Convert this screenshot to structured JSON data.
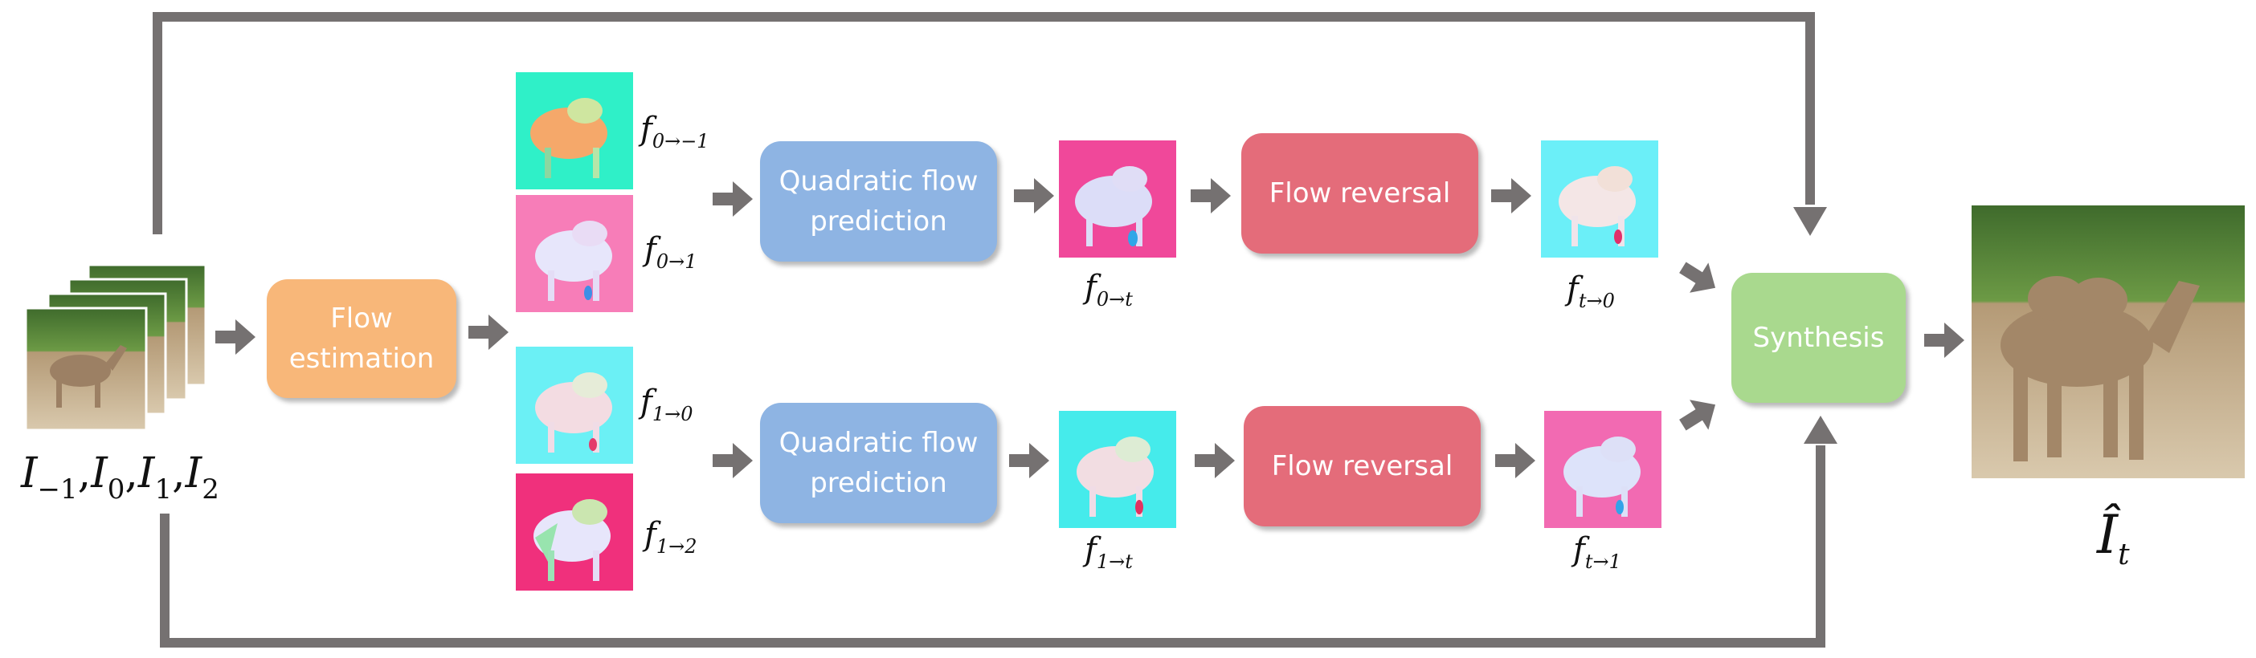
{
  "colors": {
    "arrow": "#757171",
    "flow_estimation": "#F8B779",
    "quadratic": "#8EB4E3",
    "reversal": "#E46C7A",
    "synthesis": "#A9D98E",
    "flow_cyan": "#6BF0F5",
    "flow_pink": "#F77DB8",
    "flow_magenta": "#F0307C",
    "flow_teal": "#2FF0C8"
  },
  "boxes": {
    "flow_estimation": "Flow\nestimation",
    "quad_top": "Quadratic flow\nprediction",
    "quad_bottom": "Quadratic flow\nprediction",
    "reversal_top": "Flow reversal",
    "reversal_bottom": "Flow reversal",
    "synthesis": "Synthesis"
  },
  "labels": {
    "f_0_m1": {
      "base": "f",
      "sub": "0→−1"
    },
    "f_0_1": {
      "base": "f",
      "sub": "0→1"
    },
    "f_1_0": {
      "base": "f",
      "sub": "1→0"
    },
    "f_1_2": {
      "base": "f",
      "sub": "1→2"
    },
    "f_0_t": {
      "base": "f",
      "sub": "0→t"
    },
    "f_t_0": {
      "base": "f",
      "sub": "t→0"
    },
    "f_1_t": {
      "base": "f",
      "sub": "1→t"
    },
    "f_t_1": {
      "base": "f",
      "sub": "t→1"
    },
    "inputs": {
      "i_m1": {
        "base": "I",
        "sub": "−1"
      },
      "i_0": {
        "base": "I",
        "sub": "0"
      },
      "i_1": {
        "base": "I",
        "sub": "1"
      },
      "i_2": {
        "base": "I",
        "sub": "2"
      }
    },
    "output": {
      "base": "Î",
      "sub": "t"
    }
  }
}
